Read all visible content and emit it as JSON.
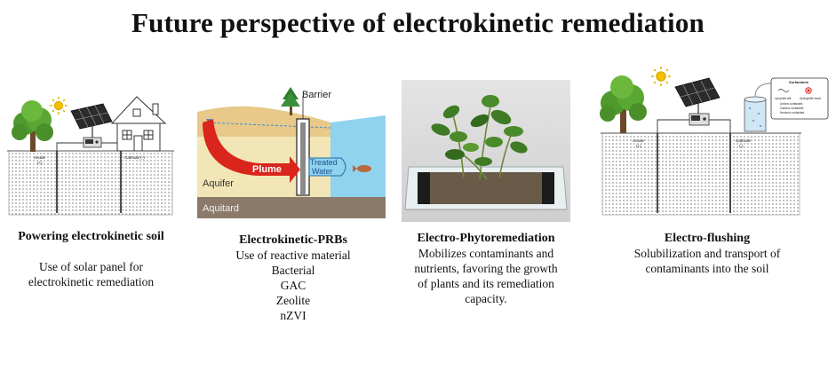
{
  "title": "Future perspective of electrokinetic remediation",
  "panels": [
    {
      "heading": "Powering electrokinetic soil",
      "lines": [
        "Use of solar panel for",
        "electrokinetic remediation"
      ],
      "image": {
        "anode_label": "Anode",
        "anode_sign": "(+)",
        "cathode_label": "Cathode (-)"
      }
    },
    {
      "heading": "Electrokinetic-PRBs",
      "lines": [
        "Use of reactive material",
        "Bacterial",
        "GAC",
        "Zeolite",
        "nZVI"
      ],
      "image": {
        "barrier": "Barrier",
        "plume": "Plume",
        "treated_1": "Treated",
        "treated_2": "Water",
        "aquifer": "Aquifer",
        "aquitard": "Aquitard"
      }
    },
    {
      "heading": "Electro-Phytoremediation",
      "lines": [
        "Mobilizes contaminants and",
        "nutrients, favoring the growth",
        "of plants and its remediation",
        "capacity."
      ]
    },
    {
      "heading": "Electro-flushing",
      "lines": [
        "Solubilization and transport of",
        "contaminants into the soil"
      ],
      "image": {
        "anode_label": "Anode",
        "anode_sign": "(+)",
        "cathode_label": "Cathode",
        "cathode_sign": "(-)",
        "box_title": "Surfactants",
        "legend": [
          "Lipophilic tail",
          "Hydrophilic head",
          "Anionic surfactant",
          "Cationic surfactant",
          "Nonionic surfactant"
        ]
      }
    }
  ],
  "colors": {
    "soil_dots": "#9a9a9a",
    "tree": "#5a9a2a",
    "sun": "#f2c200",
    "plume": "#d9251c",
    "water": "#8fd3ef",
    "aquitard": "#8b7a6a",
    "aquifer": "#f2e6b6"
  }
}
